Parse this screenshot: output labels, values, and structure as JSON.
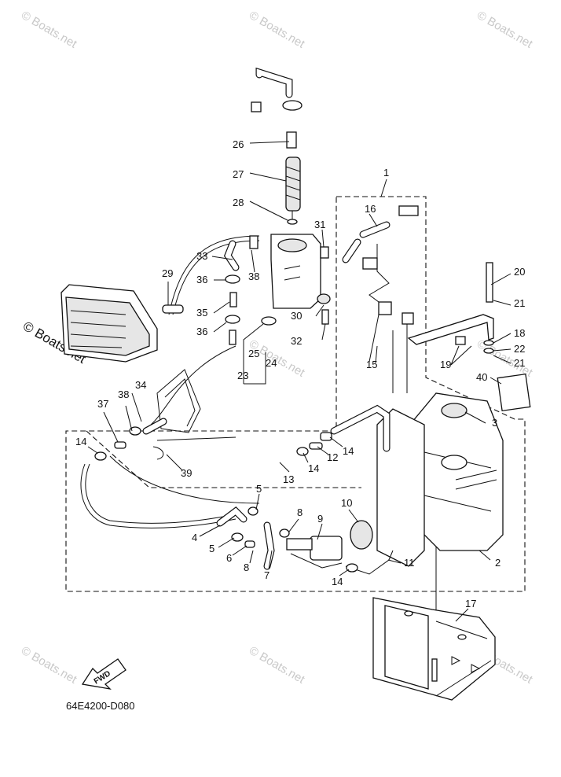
{
  "diagram": {
    "code": "64E4200-D080",
    "fwd_label": "FWD",
    "watermark_text": "© Boats.net",
    "callouts": [
      "1",
      "2",
      "3",
      "4",
      "5",
      "5",
      "6",
      "7",
      "8",
      "8",
      "9",
      "10",
      "11",
      "12",
      "13",
      "14",
      "14",
      "14",
      "14",
      "15",
      "16",
      "17",
      "18",
      "19",
      "20",
      "21",
      "21",
      "22",
      "23",
      "24",
      "25",
      "26",
      "27",
      "28",
      "29",
      "30",
      "31",
      "32",
      "33",
      "34",
      "35",
      "36",
      "36",
      "37",
      "38",
      "38",
      "39",
      "40"
    ]
  }
}
